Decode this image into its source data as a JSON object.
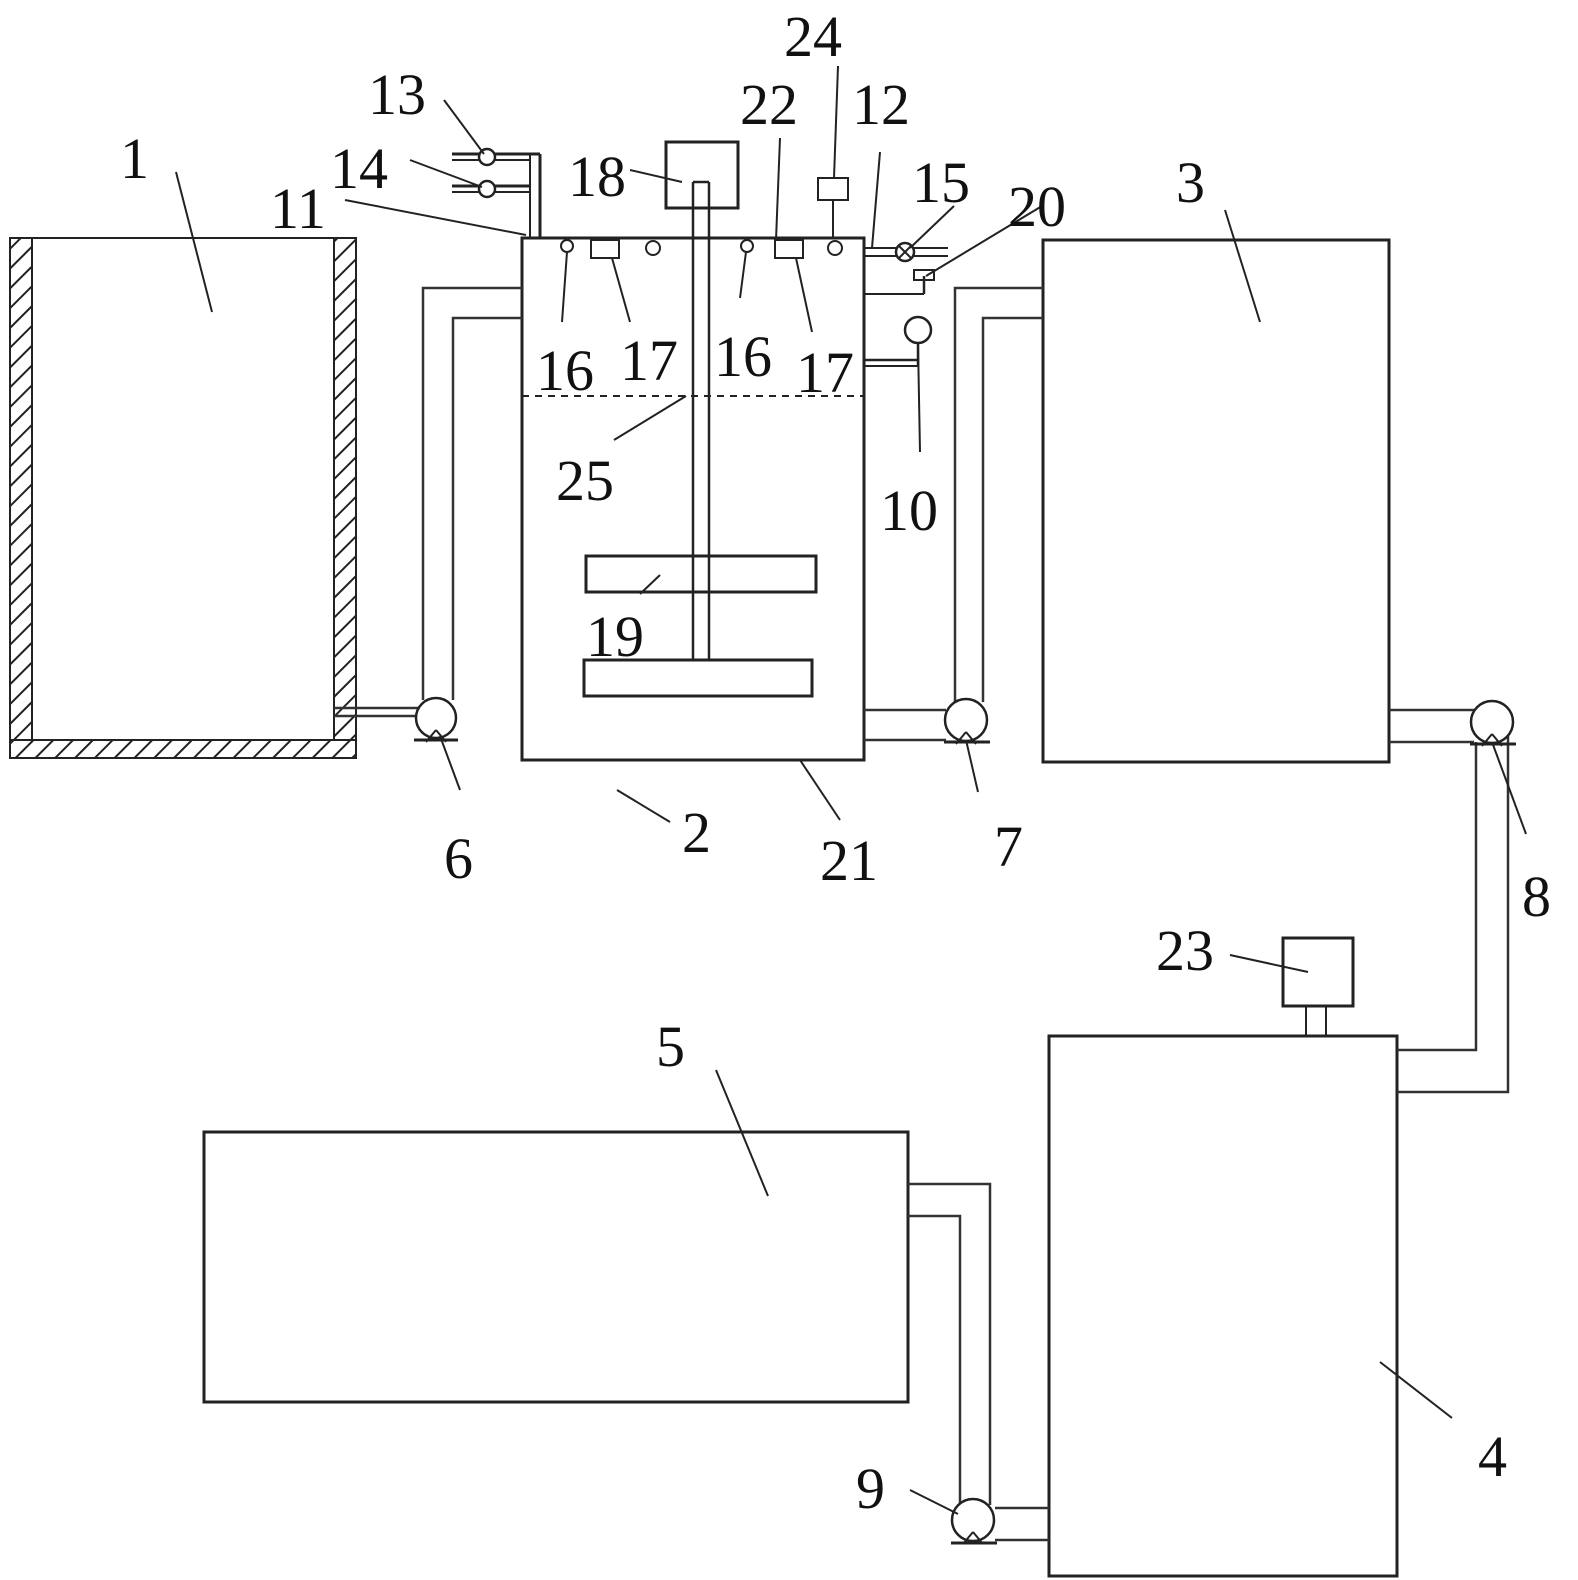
{
  "labels": {
    "l1": "1",
    "l2": "2",
    "l3": "3",
    "l4": "4",
    "l5": "5",
    "l6": "6",
    "l7": "7",
    "l8": "8",
    "l9": "9",
    "l10": "10",
    "l11": "11",
    "l12": "12",
    "l13": "13",
    "l14": "14",
    "l15": "15",
    "l16a": "16",
    "l16b": "16",
    "l17a": "17",
    "l17b": "17",
    "l18": "18",
    "l19": "19",
    "l20": "20",
    "l21": "21",
    "l22": "22",
    "l23": "23",
    "l24": "24",
    "l25": "25"
  },
  "colors": {
    "line": "#222222",
    "background": "#ffffff"
  }
}
